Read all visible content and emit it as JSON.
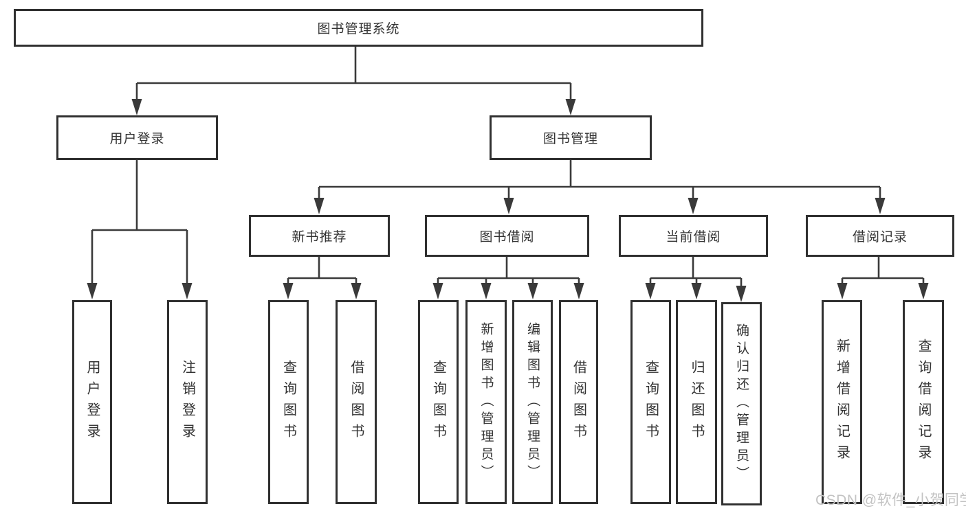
{
  "diagram": {
    "type": "functional-structure-tree",
    "root": {
      "label": "图书管理系统"
    },
    "level2": [
      {
        "id": "user-login",
        "label": "用户登录",
        "children": [
          {
            "label": "用户登录"
          },
          {
            "label": "注销登录"
          }
        ]
      },
      {
        "id": "book-management",
        "label": "图书管理",
        "children": [
          {
            "id": "new-book-recommend",
            "label": "新书推荐",
            "children": [
              {
                "label": "查询图书"
              },
              {
                "label": "借阅图书"
              }
            ]
          },
          {
            "id": "book-borrowing",
            "label": "图书借阅",
            "children": [
              {
                "label": "查询图书"
              },
              {
                "label": "新增图书（管理员）"
              },
              {
                "label": "编辑图书（管理员）"
              },
              {
                "label": "借阅图书"
              }
            ]
          },
          {
            "id": "current-borrowing",
            "label": "当前借阅",
            "children": [
              {
                "label": "查询图书"
              },
              {
                "label": "归还图书"
              },
              {
                "label": "确认归还（管理员）"
              }
            ]
          },
          {
            "id": "borrowing-records",
            "label": "借阅记录",
            "children": [
              {
                "label": "新增借阅记录"
              },
              {
                "label": "查询借阅记录"
              }
            ]
          }
        ]
      }
    ]
  },
  "watermark": {
    "text": "CSDN @软件_小贺同学"
  },
  "colors": {
    "line": "#3a3a3a",
    "border": "#303030",
    "text": "#333333",
    "watermark": "#c3c3c3",
    "background": "#ffffff"
  }
}
